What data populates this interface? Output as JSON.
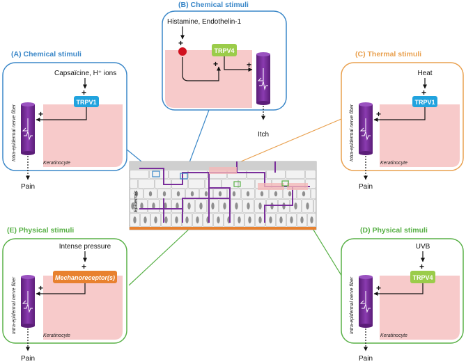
{
  "colors": {
    "blue": "#3a87c8",
    "orange": "#e9a04e",
    "green": "#58b046",
    "keratinocyte": "#f7caca",
    "nerve_fiber": "#7a2e9b",
    "trpv1": "#21a3de",
    "trpv4": "#9bcc4a",
    "mechanoreceptor": "#e8812f",
    "histamine_dot": "#d0101e"
  },
  "panel_a": {
    "title": "(A) Chemical stimuli",
    "stimulus": "Capsaïcine, H⁺ ions",
    "receptor": "TRPV1",
    "fiber_label": "Intra-epidermal nerve fiber",
    "cell_label": "Keratinocyte",
    "output": "Pain"
  },
  "panel_b": {
    "title": "(B) Chemical stimuli",
    "stimulus": "Histamine, Endothelin-1",
    "receptor": "TRPV4",
    "output": "Itch"
  },
  "panel_c": {
    "title": "(C) Thermal stimuli",
    "stimulus": "Heat",
    "receptor": "TRPV1",
    "fiber_label": "Intra-epidermal nerve fiber",
    "cell_label": "Keratinocyte",
    "output": "Pain"
  },
  "panel_d": {
    "title": "(D) Physical stimuli",
    "stimulus": "UVB",
    "receptor": "TRPV4",
    "fiber_label": "Intra-epidermal nerve fiber",
    "cell_label": "Keratinocyte",
    "output": "Pain"
  },
  "panel_e": {
    "title": "(E) Physical stimuli",
    "stimulus": "Intense pressure",
    "receptor": "Mechanoreceptor(s)",
    "fiber_label": "Intra-epidermal nerve fiber",
    "cell_label": "Keratinocyte",
    "output": "Pain"
  },
  "center": {
    "label": "Epidermis"
  },
  "signs": {
    "plus": "+"
  }
}
